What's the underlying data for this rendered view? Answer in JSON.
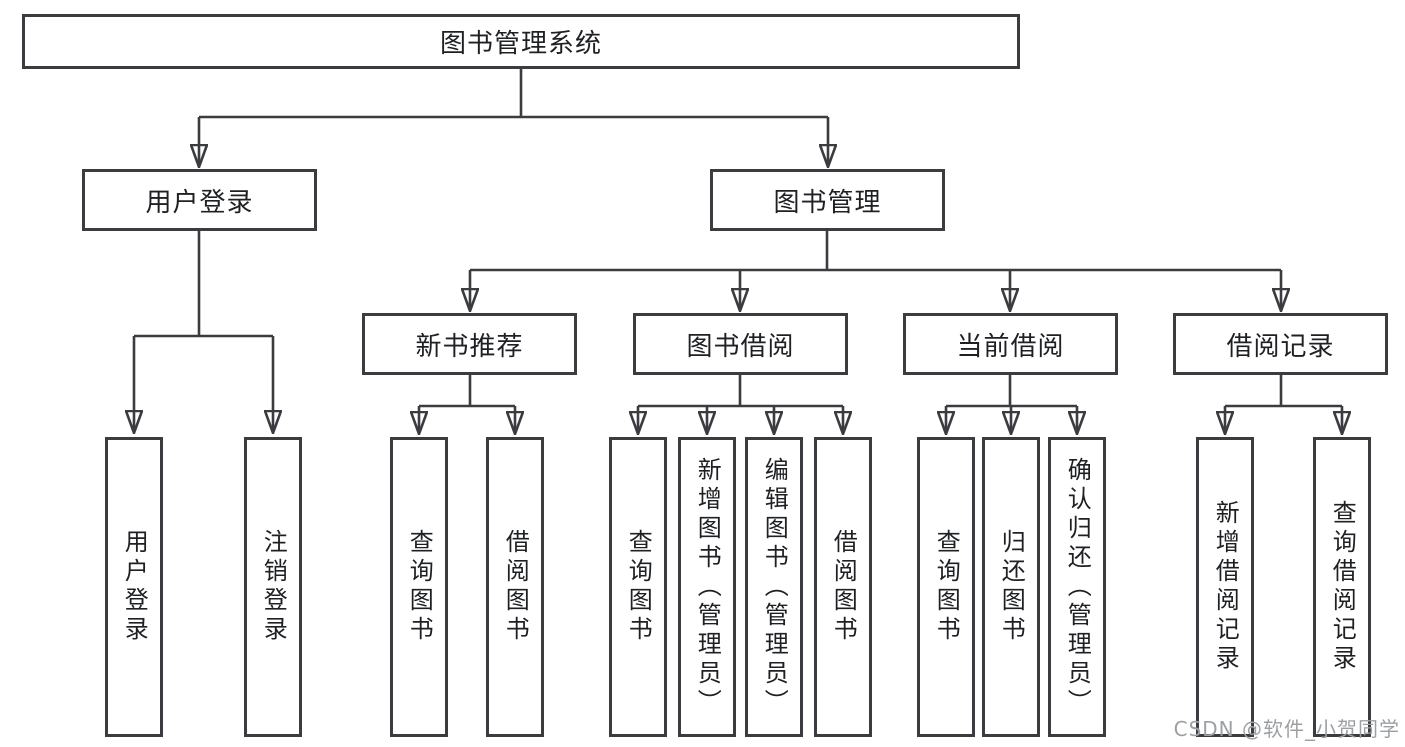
{
  "tree": {
    "label": "图书管理系统",
    "children": [
      {
        "label": "用户登录",
        "children": [
          {
            "label": "用户登录"
          },
          {
            "label": "注销登录"
          }
        ]
      },
      {
        "label": "图书管理",
        "children": [
          {
            "label": "新书推荐",
            "children": [
              {
                "label": "查询图书"
              },
              {
                "label": "借阅图书"
              }
            ]
          },
          {
            "label": "图书借阅",
            "children": [
              {
                "label": "查询图书"
              },
              {
                "label": "新增图书（管理员）"
              },
              {
                "label": "编辑图书（管理员）"
              },
              {
                "label": "借阅图书"
              }
            ]
          },
          {
            "label": "当前借阅",
            "children": [
              {
                "label": "查询图书"
              },
              {
                "label": "归还图书"
              },
              {
                "label": "确认归还（管理员）"
              }
            ]
          },
          {
            "label": "借阅记录",
            "children": [
              {
                "label": "新增借阅记录"
              },
              {
                "label": "查询借阅记录"
              }
            ]
          }
        ]
      }
    ]
  },
  "watermark": "CSDN @软件_小贺同学",
  "colors": {
    "line": "#3a3c40",
    "box_fill": "#ffffff",
    "text": "#1e2023",
    "watermark": "#9da0a3"
  }
}
